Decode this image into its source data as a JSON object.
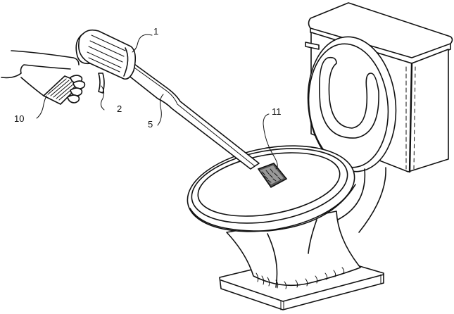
{
  "figure": {
    "subject": "Hand-held toilet bowl cleaning tool applied to a toilet bowl",
    "background_color": "#ffffff",
    "line_color": "#111111"
  },
  "labels": {
    "handle_housing": "1",
    "trigger": "2",
    "shaft": "5",
    "refill_cartridge": "10",
    "cleaning_pad": "11"
  }
}
